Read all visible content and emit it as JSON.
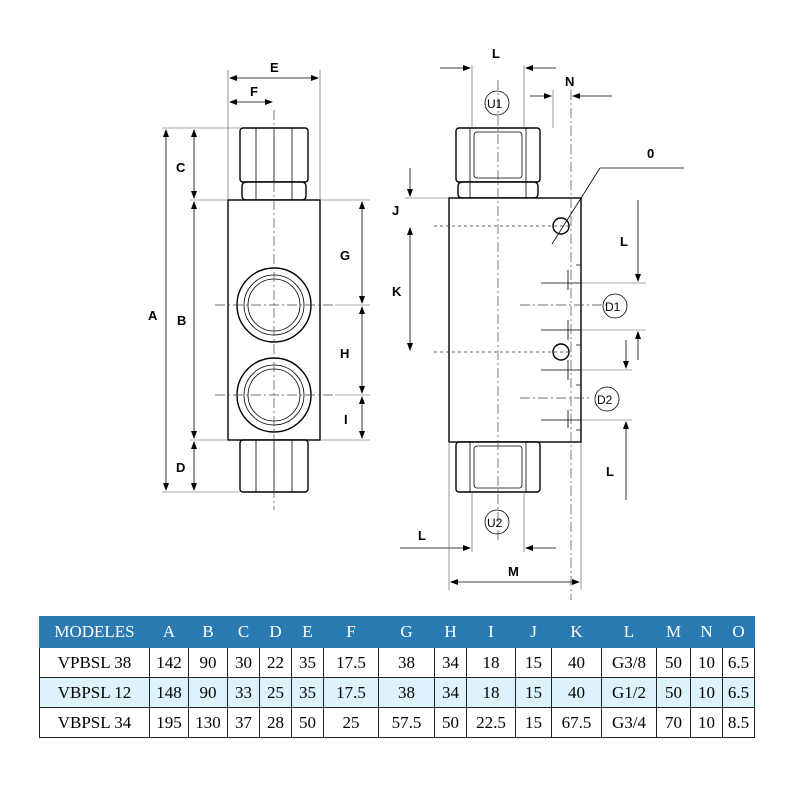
{
  "drawing": {
    "front_labels": {
      "A": "A",
      "B": "B",
      "C": "C",
      "D": "D",
      "E": "E",
      "F": "F",
      "G": "G",
      "H": "H",
      "I": "I"
    },
    "side_labels": {
      "J": "J",
      "K": "K",
      "L_top": "L",
      "L_right_top": "L",
      "L_right_bottom": "L",
      "L_bottom": "L",
      "M": "M",
      "N": "N",
      "O": "0"
    },
    "ports": {
      "U1": "U1",
      "U2": "U2",
      "D1": "D1",
      "D2": "D2"
    }
  },
  "table": {
    "headers": [
      "MODELES",
      "A",
      "B",
      "C",
      "D",
      "E",
      "F",
      "G",
      "H",
      "I",
      "J",
      "K",
      "L",
      "M",
      "N",
      "O"
    ],
    "rows": [
      [
        "VPBSL 38",
        "142",
        "90",
        "30",
        "22",
        "35",
        "17.5",
        "38",
        "34",
        "18",
        "15",
        "40",
        "G3/8",
        "50",
        "10",
        "6.5"
      ],
      [
        "VBPSL 12",
        "148",
        "90",
        "33",
        "25",
        "35",
        "17.5",
        "38",
        "34",
        "18",
        "15",
        "40",
        "G1/2",
        "50",
        "10",
        "6.5"
      ],
      [
        "VBPSL 34",
        "195",
        "130",
        "37",
        "28",
        "50",
        "25",
        "57.5",
        "50",
        "22.5",
        "15",
        "67.5",
        "G3/4",
        "70",
        "10",
        "8.5"
      ]
    ],
    "header_color": "#2b7bb2",
    "alt_row_color": "#ddf3fb"
  }
}
